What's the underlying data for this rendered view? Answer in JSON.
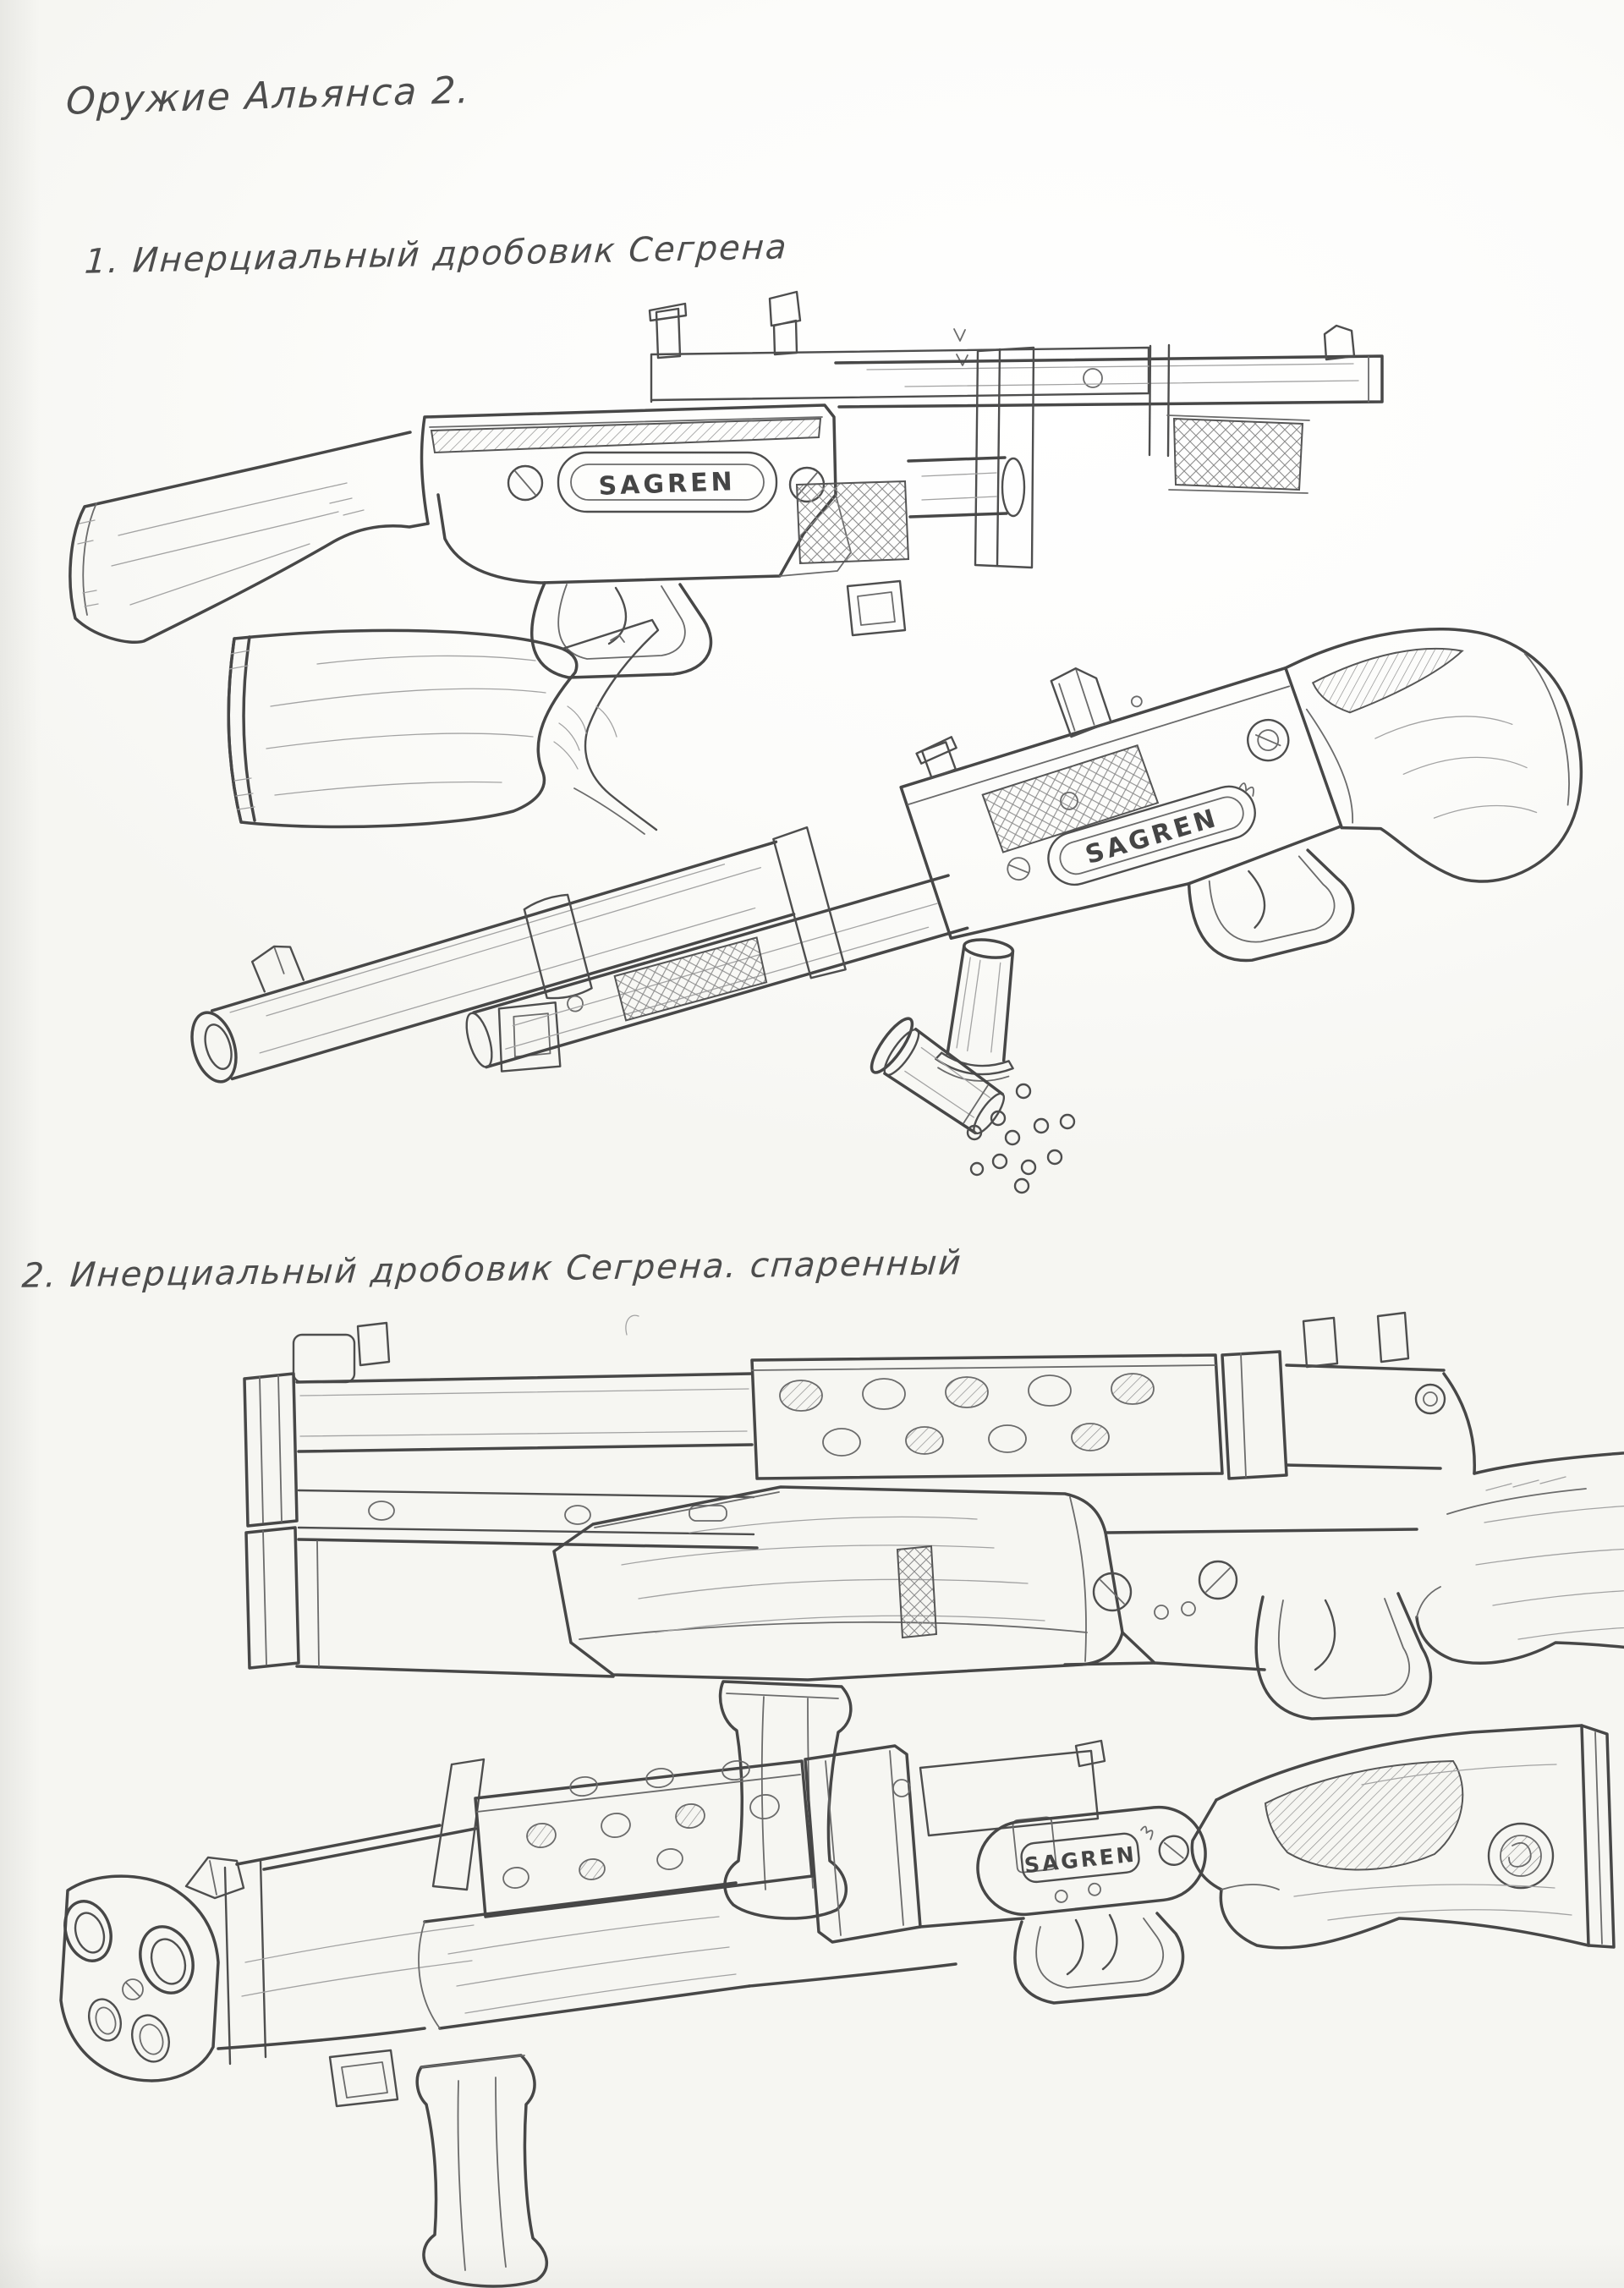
{
  "page": {
    "title": "Оружие Альянса 2.",
    "sections": {
      "one": {
        "heading": "1. Инерциальный дробовик Сегрена"
      },
      "two": {
        "heading": "2. Инерциальный дробовик Сегрена. спаренный"
      }
    },
    "stamps": {
      "gun1_side": "SAGREN",
      "gun1_persp": "SAGREN",
      "gun2_persp": "SAGREN"
    }
  }
}
